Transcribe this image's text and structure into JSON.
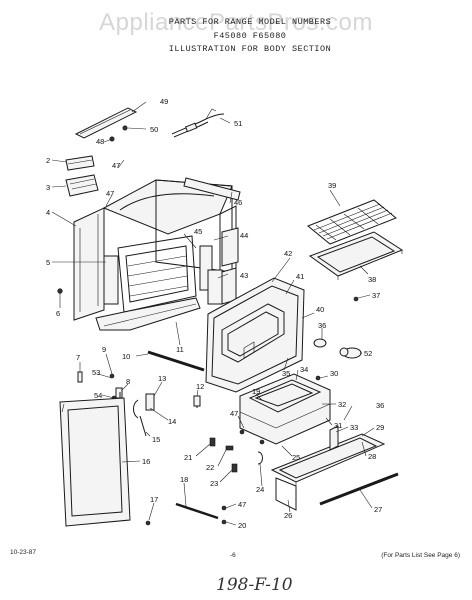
{
  "watermark": "AppliancePartsPros.com",
  "header": {
    "line1": "PARTS FOR RANGE MODEL NUMBERS",
    "line2": "F45080  F65080",
    "line3": "ILLUSTRATION FOR BODY SECTION"
  },
  "callouts": {
    "c1": "1",
    "c2": "2",
    "c3": "3",
    "c4": "4",
    "c5": "5",
    "c6": "6",
    "c7": "7",
    "c8": "8",
    "c9": "9",
    "c10": "10",
    "c11": "11",
    "c12": "12",
    "c13": "13",
    "c14": "14",
    "c15": "15",
    "c16": "16",
    "c17": "17",
    "c18": "18",
    "c19": "19",
    "c20": "20",
    "c21": "21",
    "c22": "22",
    "c23": "23",
    "c24": "24",
    "c25": "25",
    "c26": "26",
    "c27": "27",
    "c28": "28",
    "c29": "29",
    "c30": "30",
    "c31": "31",
    "c32": "32",
    "c33": "33",
    "c34": "34",
    "c35": "35",
    "c36": "36",
    "c37": "37",
    "c38": "38",
    "c39": "39",
    "c40": "40",
    "c41": "41",
    "c42": "42",
    "c43": "43",
    "c44": "44",
    "c45": "45",
    "c46": "46",
    "c47a": "47",
    "c47b": "47",
    "c47c": "47",
    "c47d": "47",
    "c48": "48",
    "c49": "49",
    "c50": "50",
    "c51": "51",
    "c52": "52",
    "c53": "53",
    "c54": "54"
  },
  "footer": {
    "date": "10-23-87",
    "page": "-6",
    "ref": "(For Parts List See Page 6)",
    "handwritten": "198-F-10"
  }
}
